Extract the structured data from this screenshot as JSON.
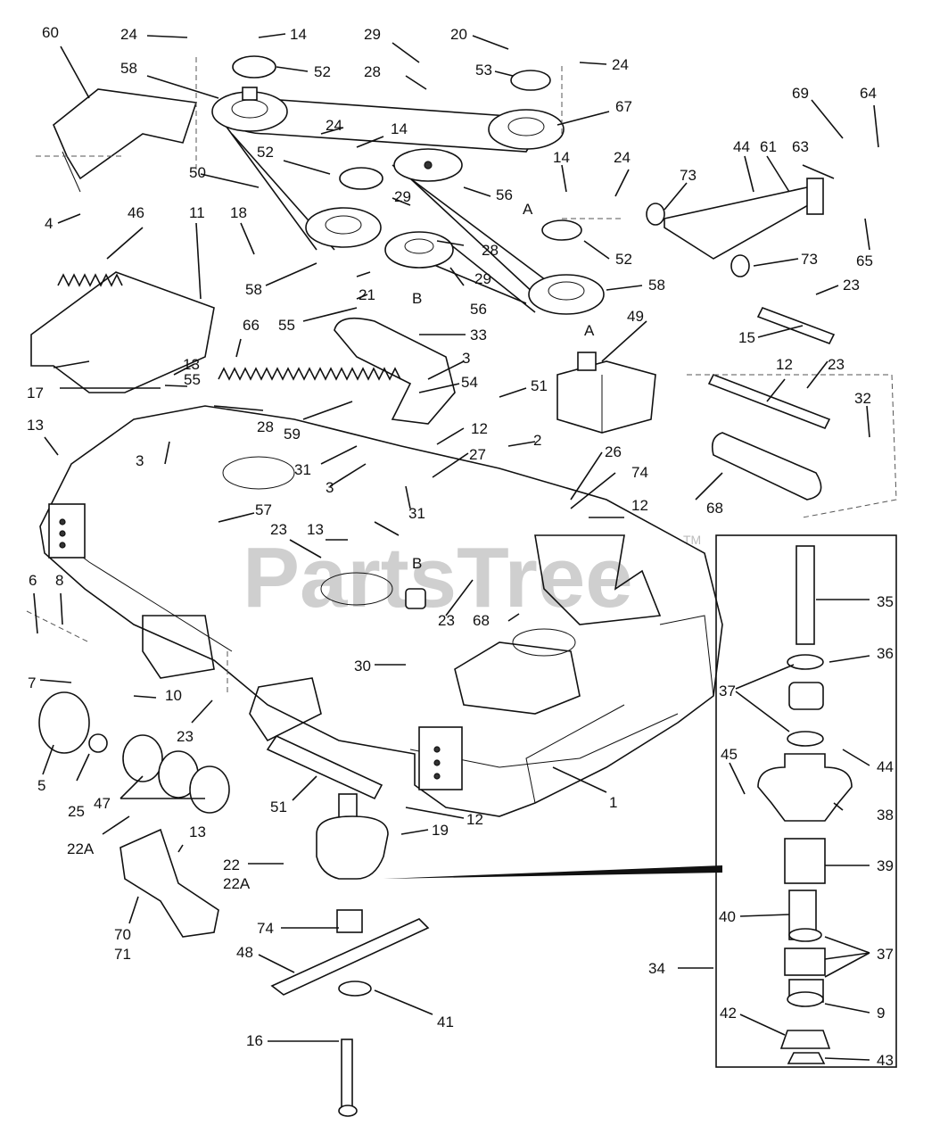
{
  "watermark": "PartsTree",
  "trademark": "TM",
  "callouts": [
    "60",
    "24",
    "14",
    "29",
    "20",
    "53",
    "24",
    "58",
    "52",
    "28",
    "67",
    "24",
    "14",
    "69",
    "64",
    "52",
    "50",
    "56",
    "A",
    "44",
    "61",
    "63",
    "73",
    "24",
    "29",
    "14",
    "4",
    "46",
    "11",
    "18",
    "28",
    "52",
    "65",
    "73",
    "58",
    "29",
    "21",
    "B",
    "56",
    "58",
    "23",
    "55",
    "33",
    "49",
    "A",
    "15",
    "66",
    "3",
    "54",
    "23",
    "13",
    "17",
    "51",
    "12",
    "13",
    "32",
    "55",
    "28",
    "59",
    "12",
    "2",
    "31",
    "27",
    "26",
    "74",
    "68",
    "3",
    "57",
    "3",
    "31",
    "12",
    "23",
    "13",
    "B",
    "35",
    "6",
    "8",
    "23",
    "68",
    "36",
    "7",
    "10",
    "30",
    "37",
    "23",
    "44",
    "45",
    "5",
    "25",
    "47",
    "51",
    "12",
    "1",
    "38",
    "22A",
    "13",
    "19",
    "39",
    "22",
    "22A",
    "40",
    "70",
    "71",
    "74",
    "34",
    "37",
    "48",
    "41",
    "9",
    "42",
    "16",
    "43"
  ]
}
